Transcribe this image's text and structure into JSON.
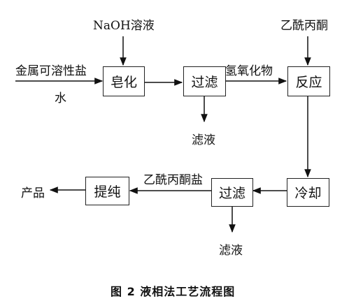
{
  "diagram": {
    "inputs": {
      "naoh": "NaOH溶液",
      "salt": "金属可溶性盐",
      "water": "水",
      "acac_top": "乙酰丙酮"
    },
    "nodes": {
      "saponify": "皂化",
      "filter1": "过滤",
      "react": "反应",
      "cool": "冷却",
      "filter2": "过滤",
      "purify": "提纯"
    },
    "edges": {
      "hydroxide": "氢氧化物",
      "acac_salt": "乙酰丙酮盐",
      "filtrate1": "滤液",
      "filtrate2": "滤液",
      "product": "产品"
    },
    "caption": "图 2 液相法工艺流程图"
  }
}
